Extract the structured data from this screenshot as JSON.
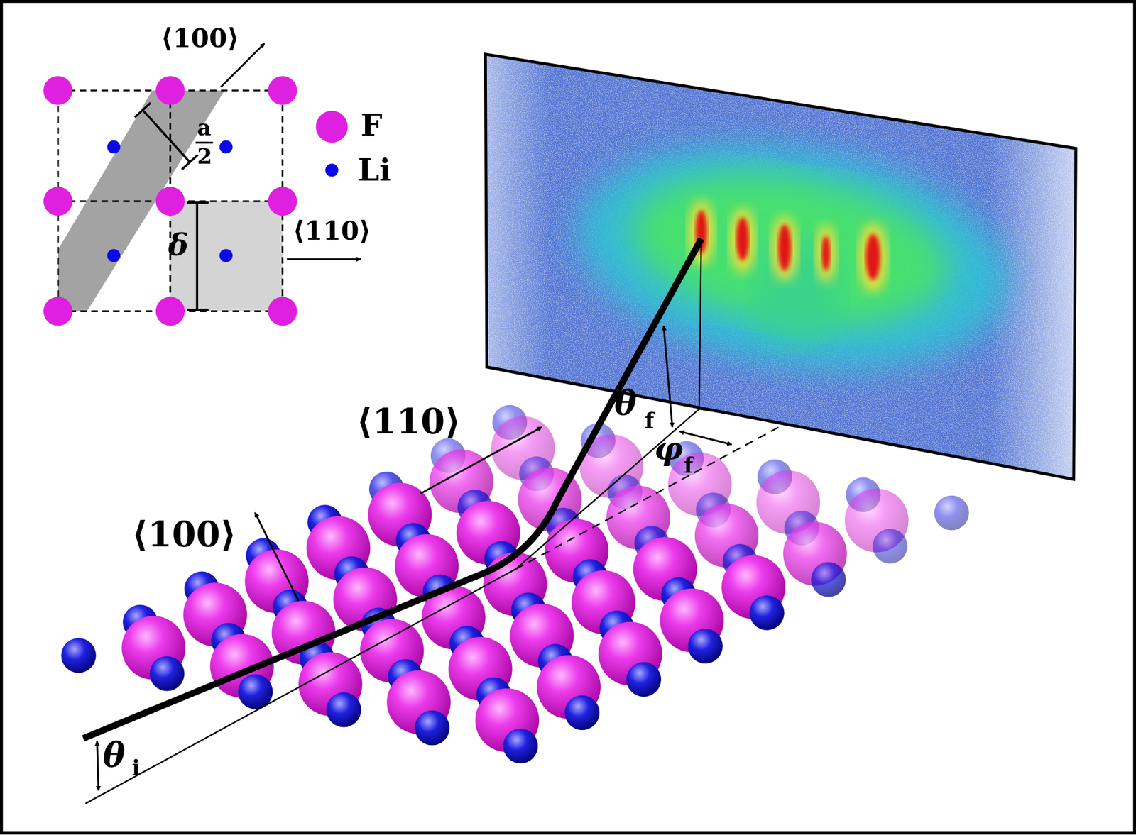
{
  "diagram": {
    "labels": [
      "⟨100⟩",
      "a",
      "2",
      "δ",
      "⟨110⟩",
      "⟨110⟩",
      "⟨100⟩",
      "θ",
      "f",
      "φ",
      "f",
      "θ",
      "i"
    ],
    "legend": [
      {
        "text": "F",
        "color": "#e020e0"
      },
      {
        "text": "Li",
        "color": "#0a0ae6"
      }
    ]
  }
}
